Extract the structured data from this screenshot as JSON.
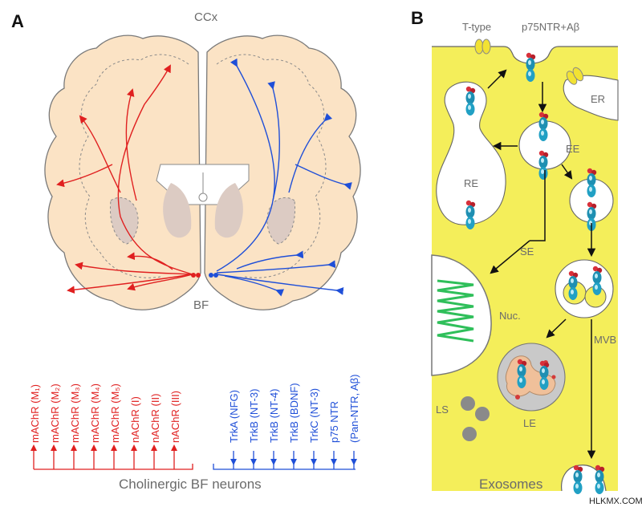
{
  "panels": {
    "a": {
      "letter": "A",
      "cortex_label": "CCx",
      "bf_label": "BF",
      "receptors_red": [
        "mAChR (M₁)",
        "mAChR (M₂)",
        "mAChR (M₃)",
        "mAChR (M₄)",
        "mAChR (M₅)",
        "nAChR (I)",
        "nAChR (II)",
        "nAChR (III)"
      ],
      "receptors_blue": [
        "TrkA (NFG)",
        "TrkB (NT-3)",
        "TrkB (NT-4)",
        "TrkB (BDNF)",
        "TrkC (NT-3)",
        "p75 NTR",
        "(Pan-NTR, Aβ)"
      ],
      "footer": "Cholinergic BF neurons"
    },
    "b": {
      "letter": "B",
      "ttype": "T-type",
      "p75": "p75NTR+Aβ",
      "er": "ER",
      "ee": "EE",
      "re": "RE",
      "se": "SE",
      "nuc": "Nuc.",
      "mvb": "MVB",
      "ls": "LS",
      "le": "LE",
      "exosomes": "Exosomes"
    }
  },
  "watermark": "HLKMX.COM",
  "colors": {
    "red_pathway": "#e02020",
    "blue_pathway": "#1f4fd8",
    "brain_fill": "#fbe3c5",
    "basal_ganglia": "#dccbc3",
    "cell_yellow": "#f4ee5a"
  }
}
